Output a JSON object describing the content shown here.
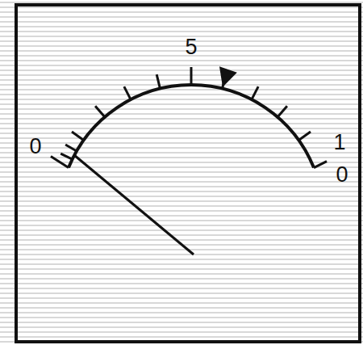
{
  "diagram": {
    "labels": [
      "0",
      "5",
      "1",
      "0"
    ]
  }
}
